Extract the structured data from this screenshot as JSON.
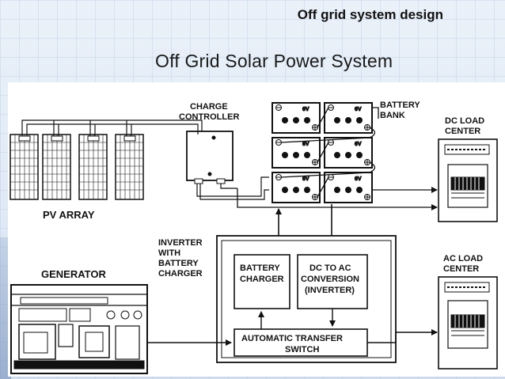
{
  "slide": {
    "title": "Off grid system design",
    "subtitle": "Off Grid Solar Power System"
  },
  "diagram": {
    "pv_array": "PV ARRAY",
    "charge_controller": [
      "CHARGE",
      "CONTROLLER"
    ],
    "battery_bank": [
      "BATTERY",
      "BANK"
    ],
    "battery_voltage": "6V",
    "dc_load_center": [
      "DC LOAD",
      "CENTER"
    ],
    "ac_load_center": [
      "AC LOAD",
      "CENTER"
    ],
    "inverter_group": [
      "INVERTER",
      "WITH",
      "BATTERY",
      "CHARGER"
    ],
    "battery_charger": [
      "BATTERY",
      "CHARGER"
    ],
    "dc_to_ac": [
      "DC TO AC",
      "CONVERSION",
      "(INVERTER)"
    ],
    "generator": "GENERATOR",
    "transfer_switch": [
      "AUTOMATIC TRANSFER",
      "SWITCH"
    ]
  }
}
